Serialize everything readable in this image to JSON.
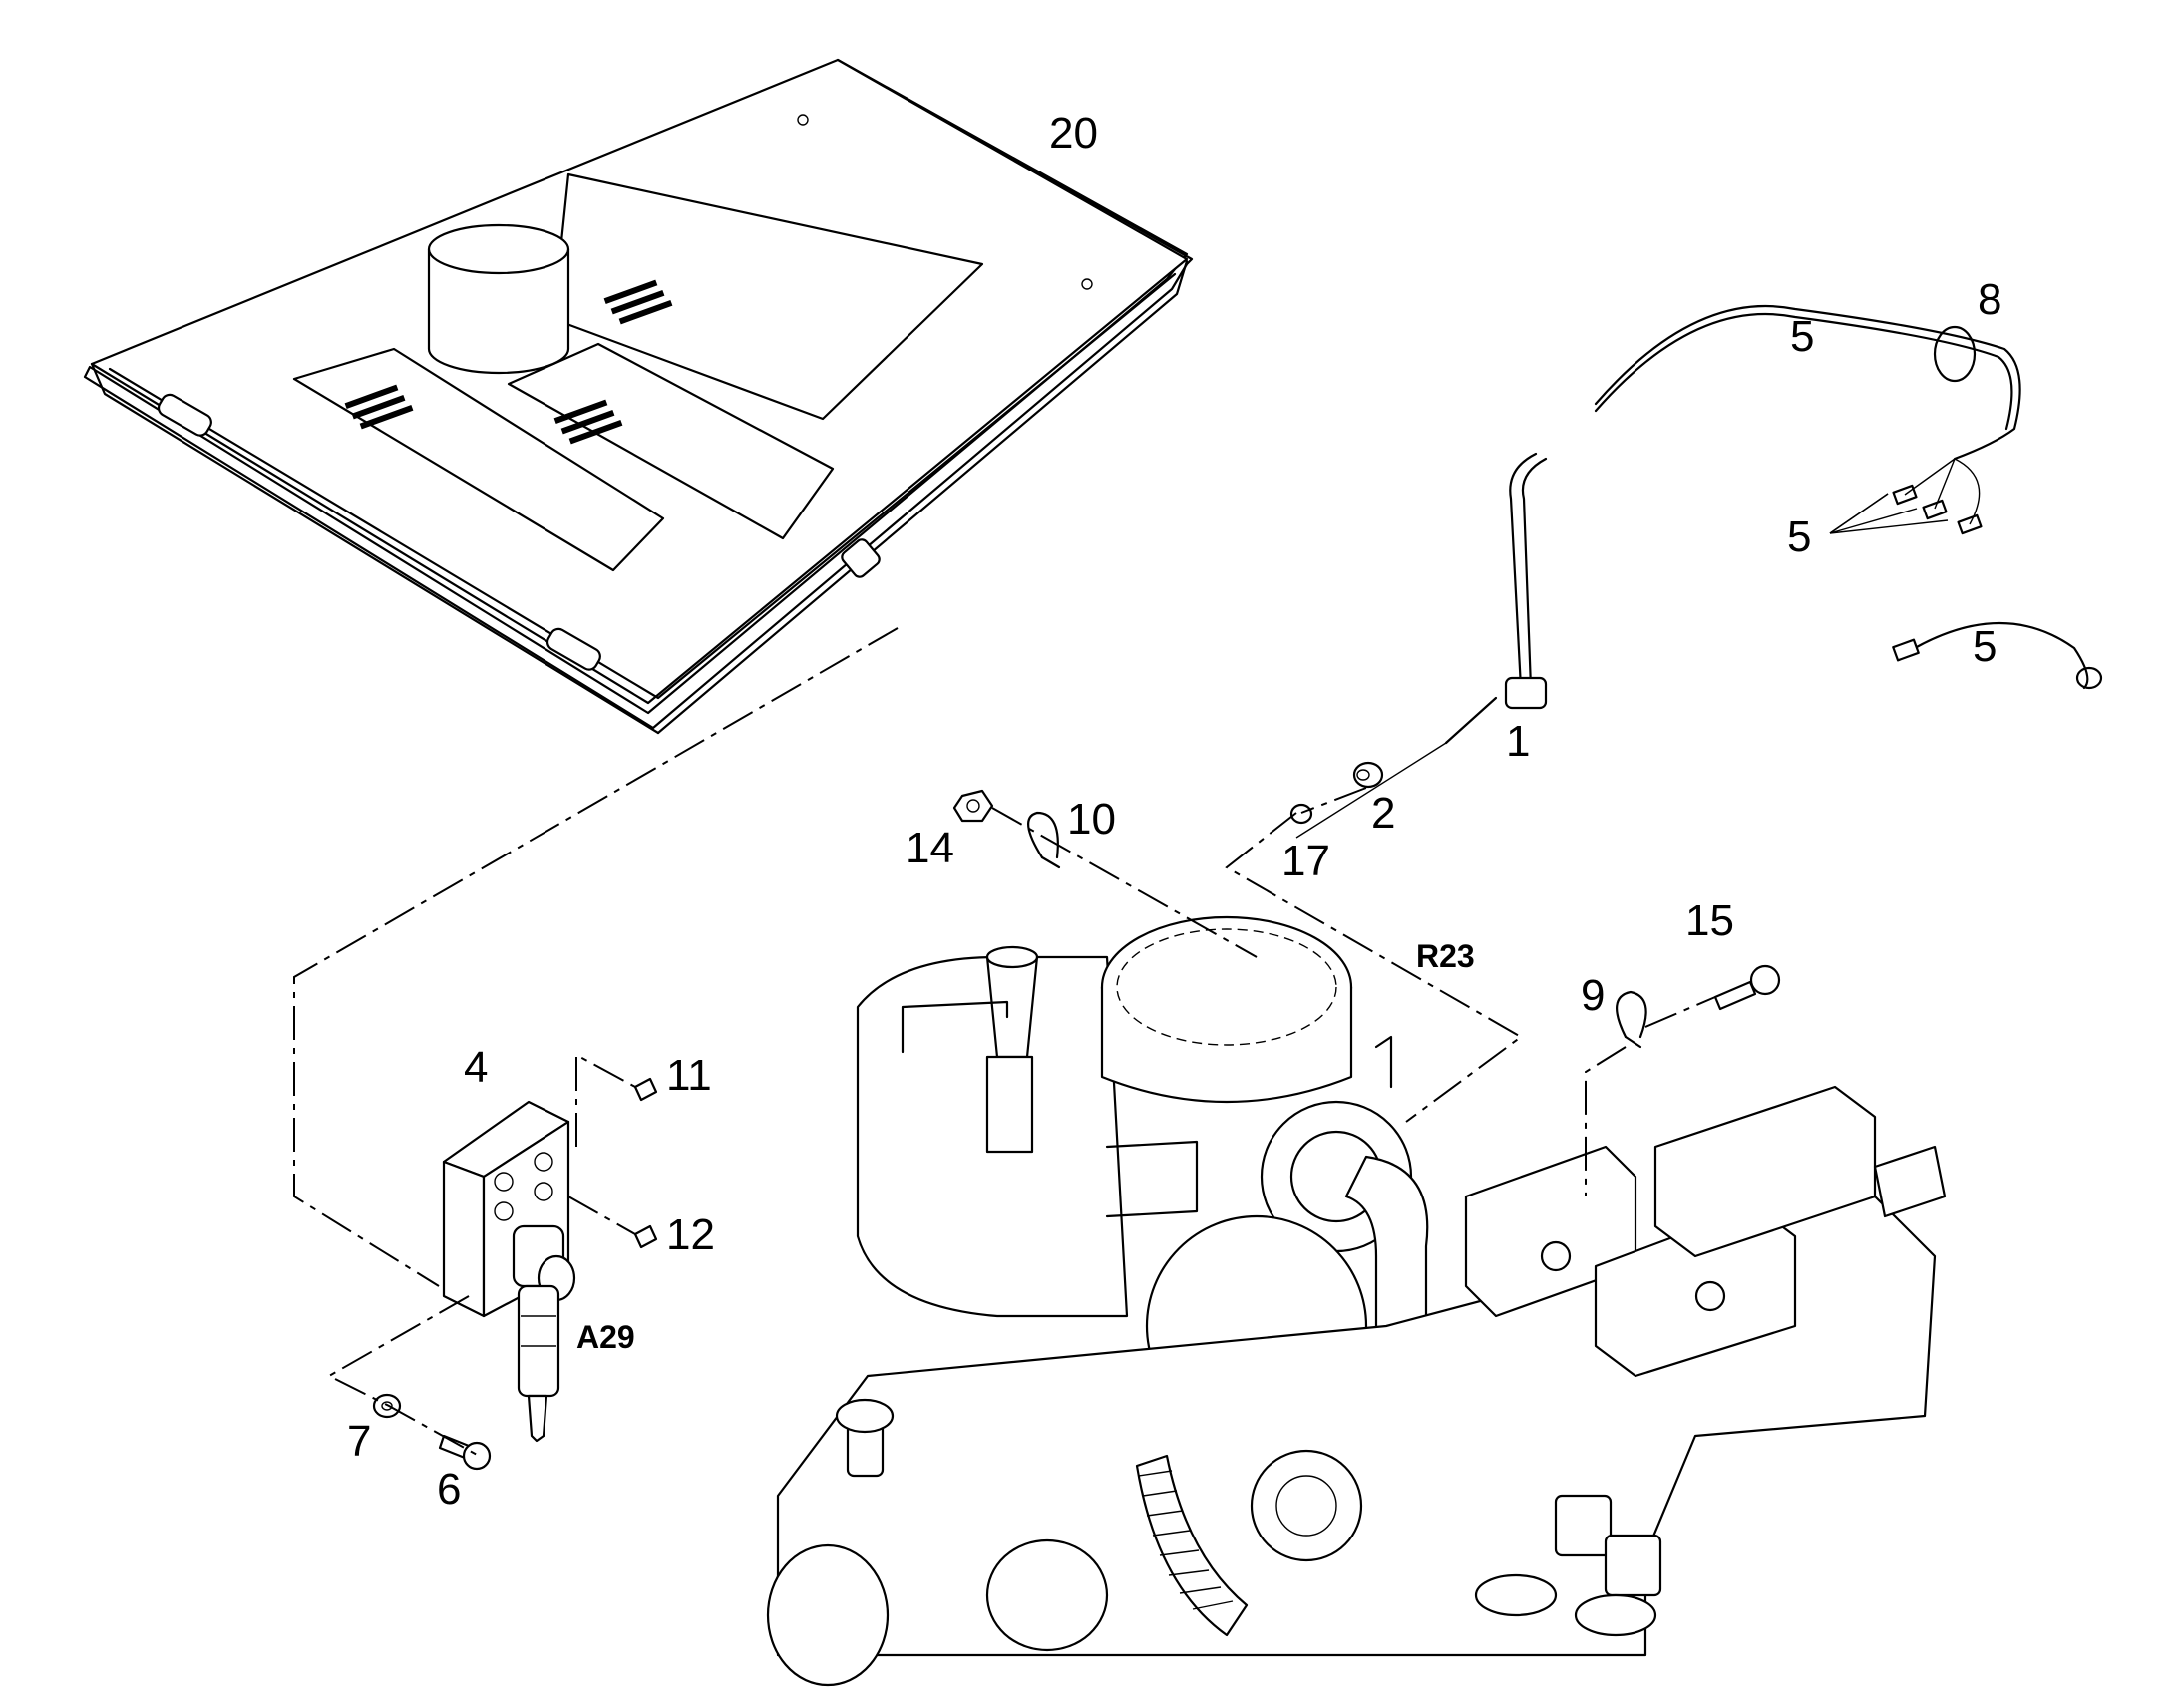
{
  "callouts": {
    "c20": "20",
    "c8": "8",
    "c5a": "5",
    "c5b": "5",
    "c5c": "5",
    "c1": "1",
    "c2": "2",
    "c17": "17",
    "c14": "14",
    "c10": "10",
    "c15": "15",
    "c9": "9",
    "c4": "4",
    "c11": "11",
    "c12": "12",
    "c7": "7",
    "c6": "6"
  },
  "refs": {
    "r23": "R23",
    "a29": "A29"
  }
}
